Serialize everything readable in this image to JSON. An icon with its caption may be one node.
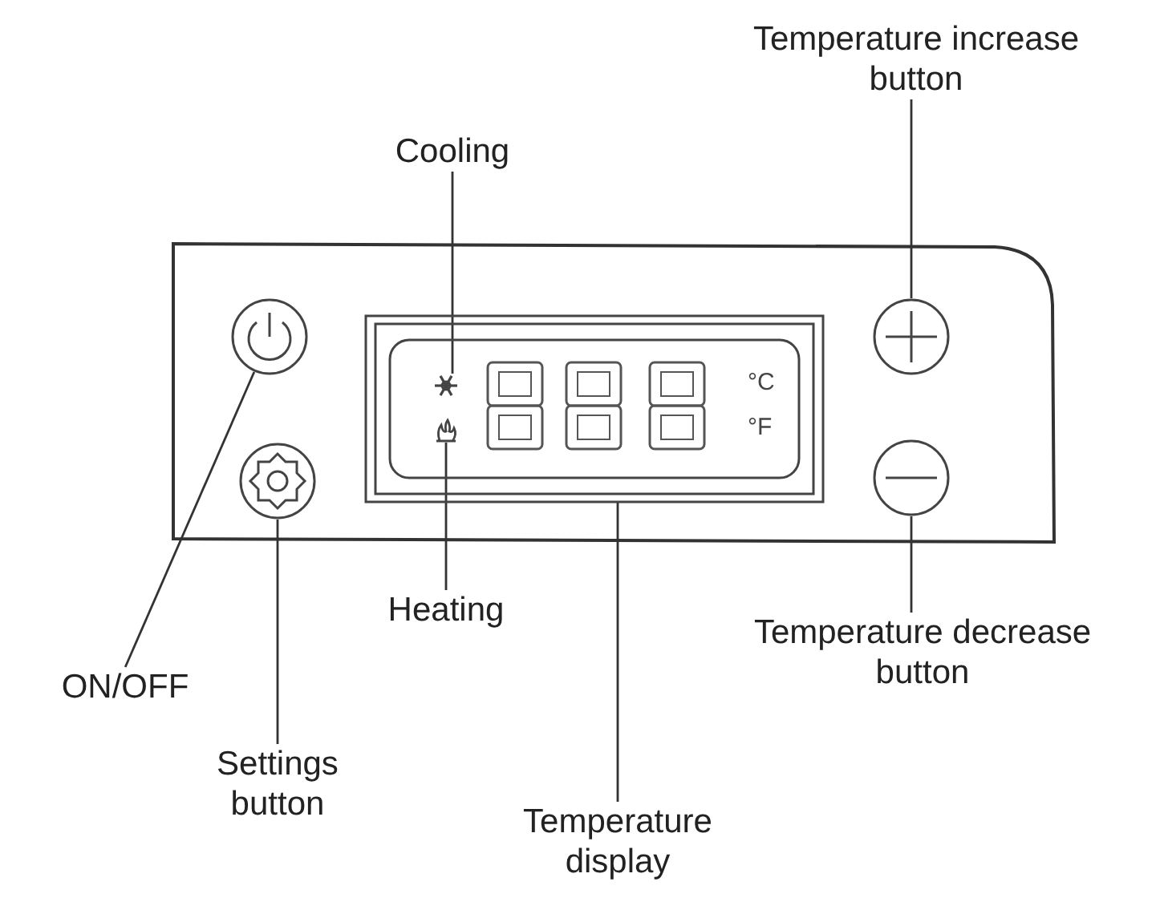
{
  "diagram": {
    "nodes": [
      {
        "text": [
          "Temperature increase button"
        ]
      },
      {
        "text": [
          "Cooling"
        ]
      },
      {
        "text": [],
        "shape": "circle"
      },
      {
        "text": [],
        "shape": "box"
      },
      {
        "text": [],
        "shape": "picture",
        "in": 3
      },
      {
        "text": [],
        "shape": "picture",
        "in": 3
      },
      {
        "text": [],
        "shape": "circle"
      },
      {
        "text": [],
        "shape": "circle"
      },
      {
        "text": [],
        "shape": "circle"
      },
      {
        "text": [
          "ON/OFF"
        ]
      },
      {
        "text": [
          "Heating"
        ]
      },
      {
        "text": [
          "Temperature decrease button"
        ]
      },
      {
        "text": [
          "Settings button"
        ]
      },
      {
        "text": [
          "Temperature display"
        ]
      }
    ],
    "edges": [
      {
        "from": 0,
        "to": 6,
        "arrow": "none"
      },
      {
        "from": 1,
        "to": 4,
        "arrow": "none"
      },
      {
        "from": 9,
        "to": 2,
        "arrow": "none"
      },
      {
        "from": 10,
        "to": 5,
        "arrow": "none"
      },
      {
        "from": 11,
        "to": 8,
        "arrow": "none"
      },
      {
        "from": 12,
        "to": 7,
        "arrow": "none"
      },
      {
        "from": 13,
        "to": 3,
        "arrow": "none"
      }
    ],
    "labels": [
      "°C",
      "°F"
    ]
  }
}
